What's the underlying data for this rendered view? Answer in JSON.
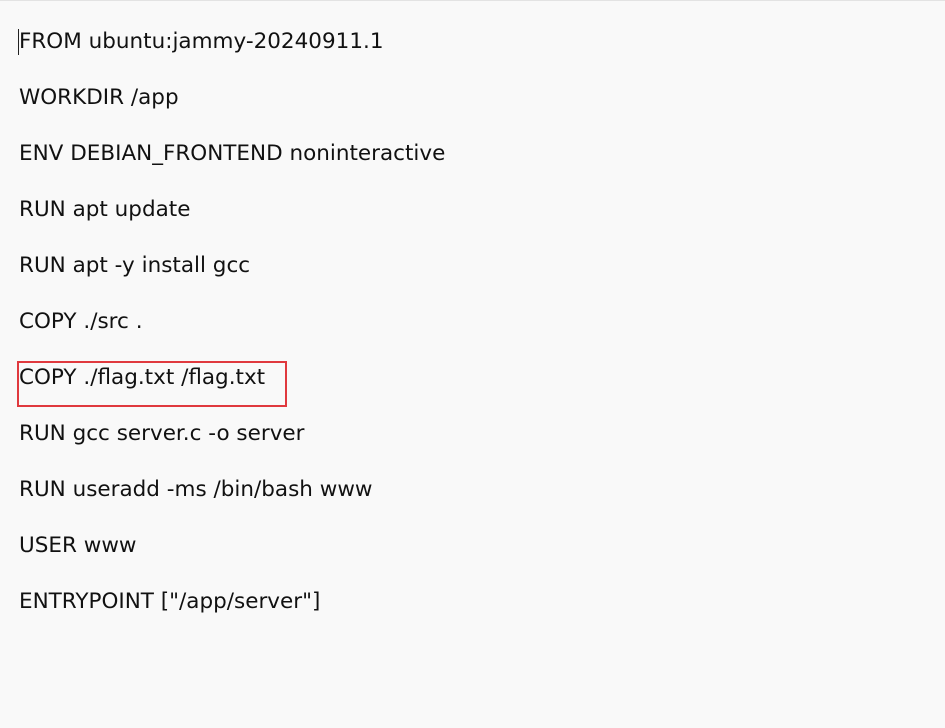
{
  "document": {
    "lines": [
      "FROM ubuntu:jammy-20240911.1",
      "WORKDIR /app",
      "ENV DEBIAN_FRONTEND noninteractive",
      "RUN apt update",
      "RUN apt -y install gcc",
      "COPY ./src .",
      "COPY ./flag.txt /flag.txt",
      "RUN gcc server.c -o server",
      "RUN useradd -ms /bin/bash www",
      "USER www",
      "ENTRYPOINT [\"/app/server\"]"
    ]
  },
  "highlight": {
    "color": "#e0393e",
    "target_line": "COPY ./flag.txt /flag.txt"
  }
}
